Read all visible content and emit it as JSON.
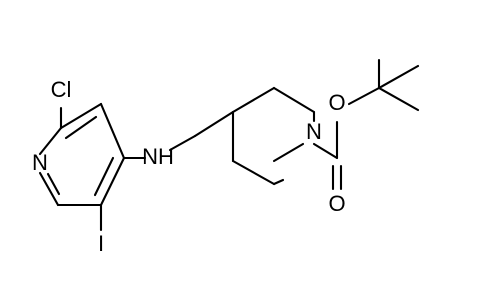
{
  "molecule": {
    "atoms": {
      "chlorine": "Cl",
      "pyridine_nitrogen": "N",
      "iodine": "I",
      "amine": "NH",
      "piperidine_nitrogen": "N",
      "ester_oxygen": "O",
      "carbonyl_oxygen": "O"
    }
  }
}
